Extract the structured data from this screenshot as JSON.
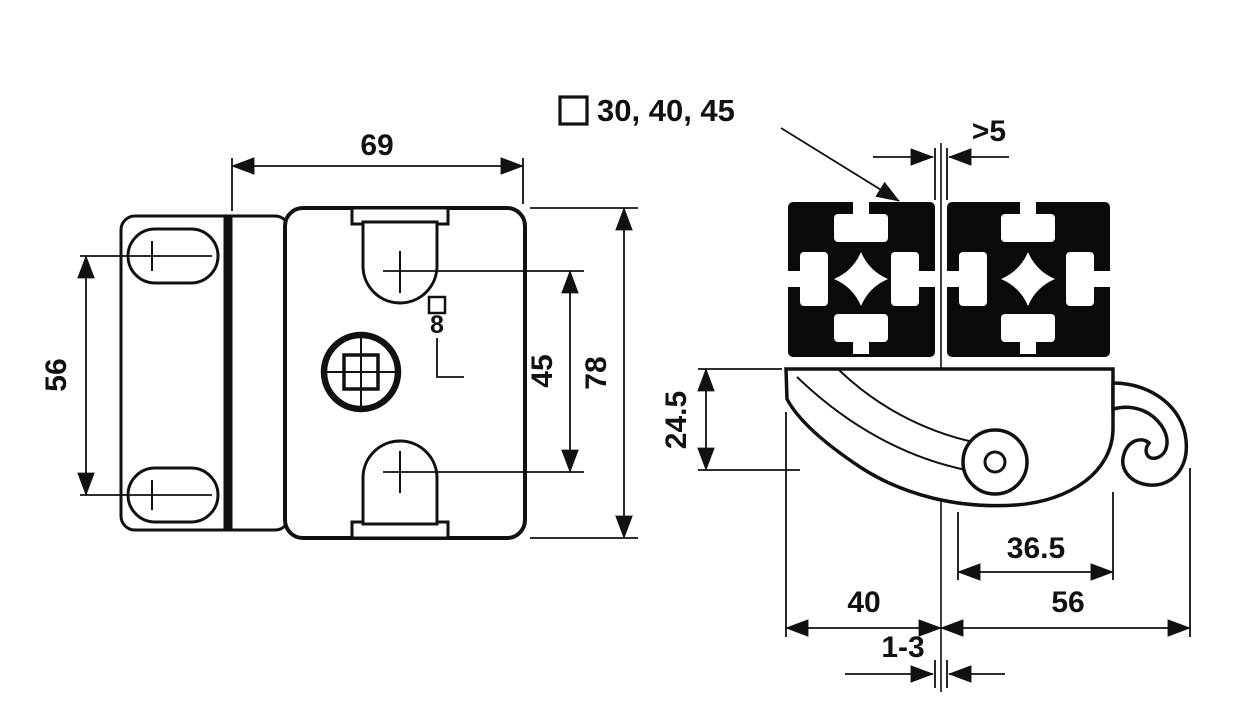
{
  "document": {
    "kind": "technical-dimension-drawing",
    "background": "#ffffff",
    "ink": "#111111"
  },
  "left_view": {
    "name": "front view of fastener latch plate",
    "dim_width": "69",
    "dim_left_holes": "56",
    "dim_center_holes": "45",
    "dim_height": "78",
    "square_hole": {
      "symbol": "□",
      "value": "8"
    }
  },
  "right_view": {
    "name": "side view with extrusion profile cross-section",
    "profile_note": {
      "symbol": "□",
      "text": "30, 40, 45"
    },
    "dim_gap_top": ">5",
    "dim_latch_height": "24.5",
    "dim_hook": "36.5",
    "dim_left": "40",
    "dim_right": "56",
    "dim_gap_bottom": "1-3"
  }
}
